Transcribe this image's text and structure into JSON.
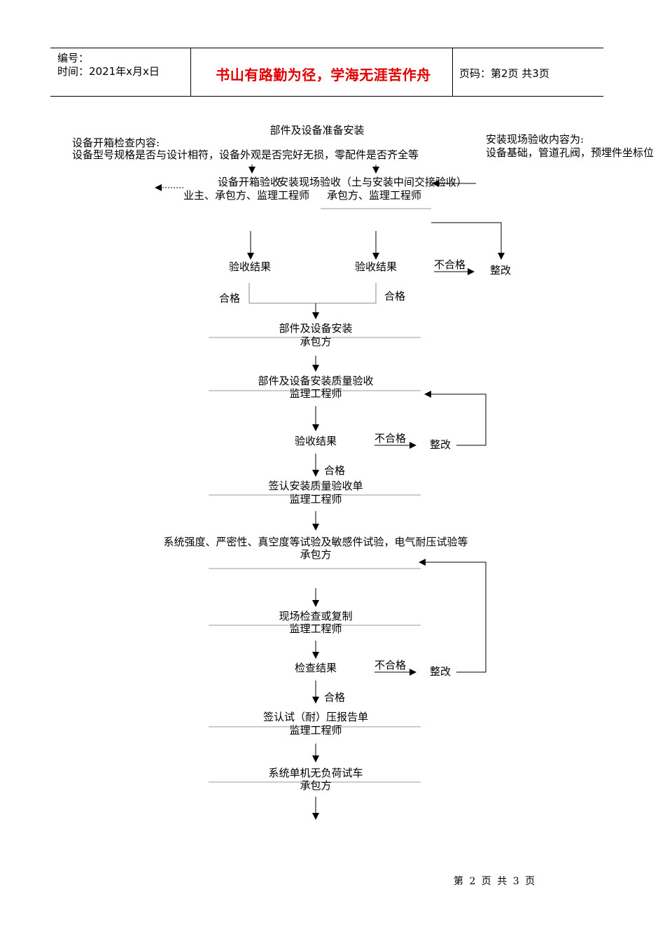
{
  "header": {
    "number_label": "编号：",
    "time_label": "时间：2021年x月x日",
    "motto": "书山有路勤为径，学海无涯苦作舟",
    "page_info": "页码：第2页  共3页"
  },
  "flowchart": {
    "start": "部件及设备准备安装",
    "left_note_title": "设备开箱检查内容:",
    "left_note_body": "设备型号规格是否与设计相符，设备外观是否完好无损，零配件是否齐全等",
    "right_note_title": "安装现场验收内容为:",
    "right_note_body": "设备基础，管道孔阀，预埋件坐标位",
    "open_box_check": "设备开箱验收",
    "site_check": "安装现场验收（土与安装中间交接验收）",
    "open_box_parties": "业主、承包方、监理工程师",
    "site_parties": "承包方、监理工程师",
    "result_left": "验收结果",
    "result_right": "验收结果",
    "fail_1": "不合格",
    "rectify_1": "整改",
    "pass_left": "合格",
    "pass_right": "合格",
    "install": "部件及设备安装",
    "install_party": "承包方",
    "quality_check": "部件及设备安装质量验收",
    "quality_party": "监理工程师",
    "result_2": "验收结果",
    "fail_2": "不合格",
    "rectify_2": "整改",
    "pass_2": "合格",
    "sign_quality": "签认安装质量验收单",
    "sign_quality_party": "监理工程师",
    "tests": "系统强度、严密性、真空度等试验及敏感件试验，电气耐压试验等",
    "tests_party": "承包方",
    "site_review": "现场检查或复制",
    "site_review_party": "监理工程师",
    "result_3": "检查结果",
    "fail_3": "不合格",
    "rectify_3": "整改",
    "pass_3": "合格",
    "sign_test": "签认试（耐）压报告单",
    "sign_test_party": "监理工程师",
    "trial_run": "系统单机无负荷试车",
    "trial_party": "承包方"
  },
  "footer": {
    "page_text": "第 2 页 共 3 页"
  }
}
